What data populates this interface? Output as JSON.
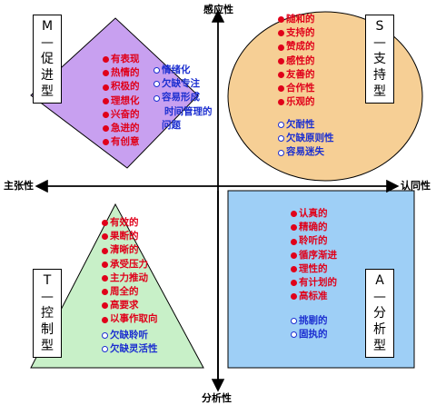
{
  "axes": {
    "top": "感应性",
    "bottom": "分析性",
    "left": "主张性",
    "right": "认同性"
  },
  "colors": {
    "promote": "#c8a0f0",
    "support": "#f6cf95",
    "control": "#c8f0c8",
    "analyze": "#9ecff6",
    "positive_trait": "#e0001a",
    "negative_trait": "#1c2fd0"
  },
  "quadrants": {
    "promote": {
      "box_lines": [
        "M",
        "—",
        "促",
        "进",
        "型"
      ],
      "positive": [
        "有表现",
        "热情的",
        "积极的",
        "理想化",
        "兴奋的",
        "急进的",
        "有创意"
      ],
      "negative": [
        "情绪化",
        "欠缺专注",
        "容易形成"
      ],
      "negative_continuation": [
        "时间管理的",
        "问题"
      ]
    },
    "support": {
      "box_lines": [
        "S",
        "—",
        "支",
        "持",
        "型"
      ],
      "positive": [
        "随和的",
        "支持的",
        "赞成的",
        "感性的",
        "友善的",
        "合作性",
        "乐观的"
      ],
      "negative": [
        "欠耐性",
        "欠缺原则性",
        "容易迷失"
      ]
    },
    "control": {
      "box_lines": [
        "T",
        "—",
        "控",
        "制",
        "型"
      ],
      "positive": [
        "有效的",
        "果断的",
        "清晰的",
        "承受压力",
        "主力推动",
        "周全的",
        "高要求",
        "以事作取向"
      ],
      "negative": [
        "欠缺聆听",
        "欠缺灵活性"
      ]
    },
    "analyze": {
      "box_lines": [
        "A",
        "—",
        "分",
        "析",
        "型"
      ],
      "positive": [
        "认真的",
        "精确的",
        "聆听的",
        "循序渐进",
        "理性的",
        "有计划的",
        "高标准"
      ],
      "negative": [
        "挑剔的",
        "固执的"
      ]
    }
  }
}
